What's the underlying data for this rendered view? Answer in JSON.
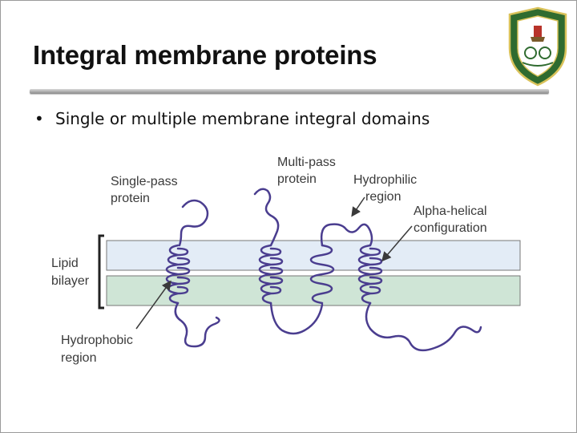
{
  "slide": {
    "title": "Integral membrane proteins",
    "bullets": [
      "Single or multiple membrane integral domains"
    ]
  },
  "logo": {
    "name": "university-seal",
    "colors": {
      "green": "#2f6b2f",
      "gold": "#d9c25a",
      "red": "#b8332a"
    }
  },
  "figure": {
    "labels": {
      "single_pass_1": "Single-pass",
      "single_pass_2": "protein",
      "multi_pass_1": "Multi-pass",
      "multi_pass_2": "protein",
      "hydrophilic_1": "Hydrophilic",
      "hydrophilic_2": "region",
      "alpha_1": "Alpha-helical",
      "alpha_2": "configuration",
      "lipid_1": "Lipid",
      "lipid_2": "bilayer",
      "hydrophobic_1": "Hydrophobic",
      "hydrophobic_2": "region"
    },
    "colors": {
      "upper_leaflet": "#e3ecf6",
      "lower_leaflet": "#cfe5d6",
      "protein_chain": "#4a3d8f",
      "arrow": "#3a3a3a"
    }
  }
}
